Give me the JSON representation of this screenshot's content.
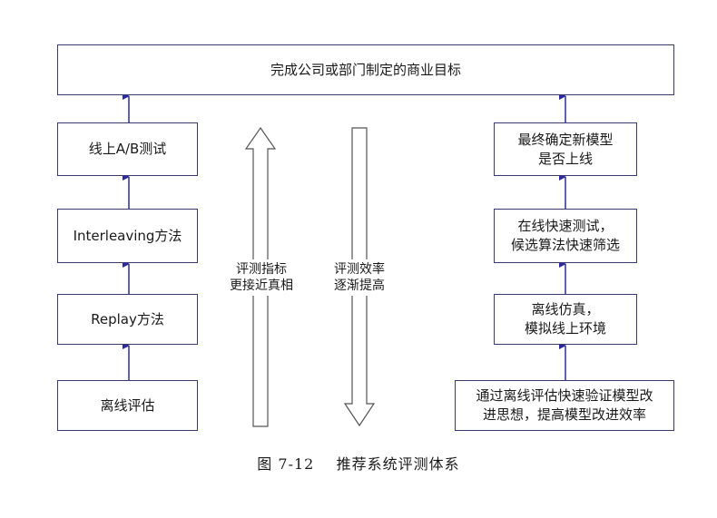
{
  "top_box": "完成公司或部门制定的商业目标",
  "left_column": [
    "线上A/B测试",
    "Interleaving方法",
    "Replay方法",
    "离线评估"
  ],
  "right_column": [
    [
      "最终确定新模型",
      "是否上线"
    ],
    [
      "在线快速测试，",
      "候选算法快速筛选"
    ],
    [
      "离线仿真，",
      "模拟线上环境"
    ],
    [
      "通过离线评估快速验证模型改",
      "进思想，提高模型改进效率"
    ]
  ],
  "up_arrow_label": [
    "评测指标",
    "更接近真相"
  ],
  "down_arrow_label": [
    "评测效率",
    "逐渐提高"
  ],
  "caption": "图 7-12    推荐系统评测体系"
}
